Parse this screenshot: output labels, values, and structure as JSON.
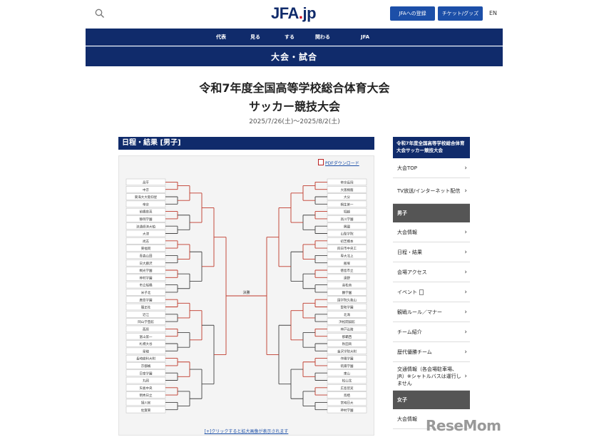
{
  "header": {
    "logo_text": "JFA",
    "logo_dot": ".",
    "logo_suffix": "jp",
    "register_label": "JFAへの登録",
    "ticket_label": "チケット/グッズ",
    "lang_label": "EN"
  },
  "nav": {
    "items": [
      "代表",
      "見る",
      "する",
      "関わる",
      "JFA"
    ]
  },
  "section_band": "大会・試合",
  "page": {
    "title_line1": "令和7年度全国高等学校総合体育大会",
    "title_line2": "サッカー競技大会",
    "dates": "2025/7/26(土)～2025/8/2(土)"
  },
  "content": {
    "header": "日程・結果 [男子]",
    "pdf_label": "PDFダウンロード",
    "enlarge_label": "[+]クリックすると拡大画像が表示されます"
  },
  "sidebar": {
    "header": "令和7年度全国高等学校総合体育大会サッカー競技大会",
    "top_items": [
      "大会TOP",
      "TV放送/インターネット配信"
    ],
    "group_male": "男子",
    "male_items": [
      "大会情報",
      "日程・結果",
      "会場アクセス",
      "イベント",
      "観戦ルール／マナー",
      "チーム紹介",
      "歴代優勝チーム",
      "交通情報（各会場駐車場、JR）※シャトルバスは運行しません"
    ],
    "group_female": "女子",
    "female_items": [
      "大会情報"
    ]
  },
  "bracket": {
    "left_teams": [
      "昌平",
      "中京",
      "東海大大阪仰星",
      "帝京",
      "前橋育英",
      "静岡学園",
      "流通経済大柏",
      "大津",
      "尚志",
      "東福岡",
      "青森山田",
      "日大藤沢",
      "桐光学園",
      "神村学園",
      "市立船橋",
      "米子北",
      "鹿島学園",
      "履正社",
      "近江",
      "岡山学芸館",
      "西原",
      "富山第一",
      "札幌大谷",
      "星稜",
      "長崎総科大附",
      "京都橘",
      "日章学園",
      "丸岡",
      "矢板中央",
      "明秀日立",
      "旭川実",
      "佐賀東"
    ],
    "right_teams": [
      "帝京長岡",
      "大阪桐蔭",
      "大分",
      "桐生第一",
      "堀越",
      "高川学園",
      "興國",
      "山梨学院",
      "初芝橋本",
      "四日市中央工",
      "専大北上",
      "飯塚",
      "徳島市立",
      "遠野",
      "高松商",
      "鵬学園",
      "国学院久我山",
      "聖和学園",
      "北海",
      "浜松開誠館",
      "神戸弘陵",
      "那覇西",
      "秋田商",
      "金沢学院大附",
      "作陽学園",
      "筑陽学園",
      "東山",
      "松山北",
      "広島皆実",
      "鳥栖",
      "宮崎日大",
      "神村学園"
    ],
    "final_label": "決勝"
  },
  "watermark": "ReseMom"
}
